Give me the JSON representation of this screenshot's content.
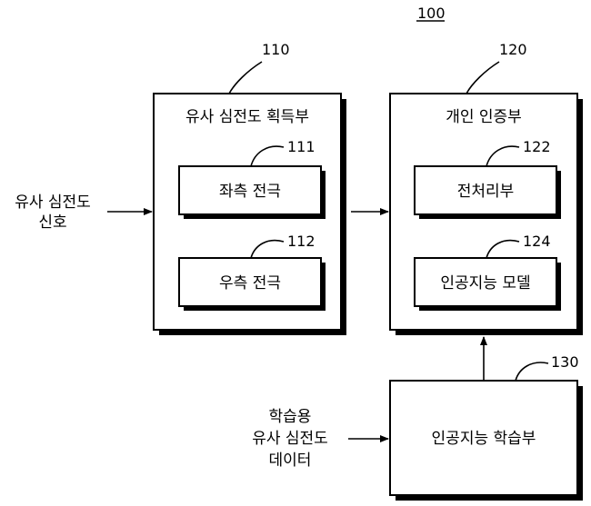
{
  "figure": {
    "ref": "100"
  },
  "acquisition": {
    "ref": "110",
    "title": "유사 심전도 획득부",
    "left_electrode": {
      "ref": "111",
      "label": "좌측 전극"
    },
    "right_electrode": {
      "ref": "112",
      "label": "우측 전극"
    }
  },
  "authentication": {
    "ref": "120",
    "title": "개인 인증부",
    "preprocessor": {
      "ref": "122",
      "label": "전처리부"
    },
    "ai_model": {
      "ref": "124",
      "label": "인공지능 모델"
    }
  },
  "learning": {
    "ref": "130",
    "label": "인공지능 학습부"
  },
  "inputs": {
    "signal": {
      "line1": "유사 심전도",
      "line2": "신호"
    },
    "data": {
      "line1": "학습용",
      "line2": "유사 심전도",
      "line3": "데이터"
    }
  }
}
